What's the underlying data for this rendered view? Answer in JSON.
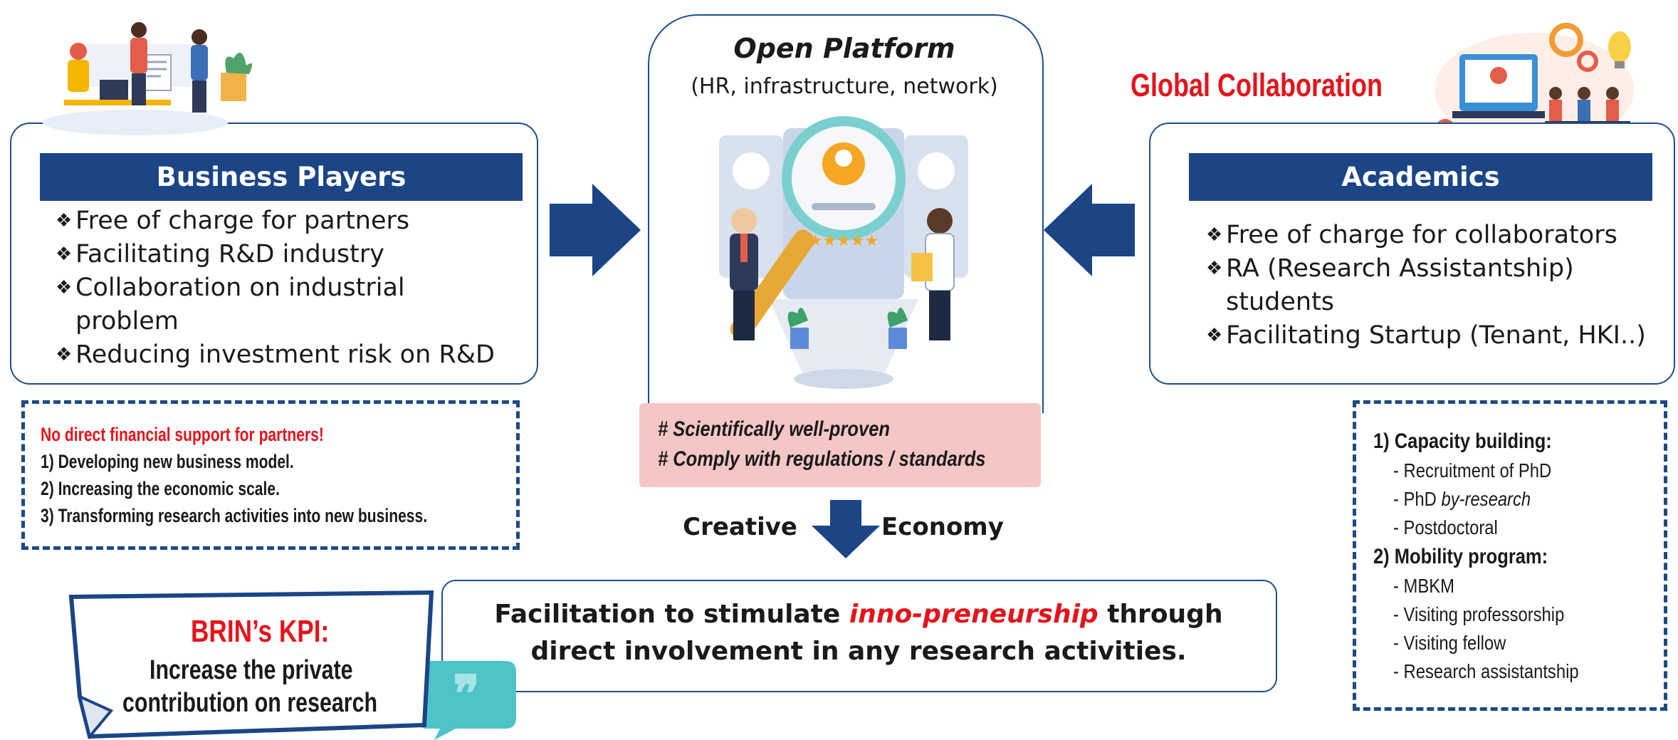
{
  "center": {
    "title": "Open Platform",
    "subtitle": "(HR, infrastructure, network)",
    "hashtags": [
      "# Scientifically well-proven",
      "# Comply with regulations / standards"
    ],
    "flow_left": "Creative",
    "flow_right": "Economy"
  },
  "left": {
    "header": "Business Players",
    "bullets": [
      "Free of charge for partners",
      "Facilitating R&D industry",
      "Collaboration on industrial problem",
      "Reducing investment risk on R&D"
    ],
    "note_title": "No direct financial support for partners!",
    "note_items": [
      "1) Developing new business model.",
      "2) Increasing the economic scale.",
      "3) Transforming research activities into new business."
    ]
  },
  "right": {
    "global_label": "Global Collaboration",
    "header": "Academics",
    "bullets": [
      "Free of charge for collaborators",
      "RA (Research Assistantship) students",
      "Facilitating Startup (Tenant, HKI..)"
    ],
    "capacity_title": "1) Capacity building:",
    "capacity_items": [
      "- Recruitment of PhD",
      "- PhD",
      "- Postdoctoral"
    ],
    "capacity_italic": "by-research",
    "mobility_title": "2) Mobility program:",
    "mobility_items": [
      "- MBKM",
      "- Visiting professorship",
      "- Visiting fellow",
      "- Research assistantship"
    ]
  },
  "bottom": {
    "text_before": "Facilitation to stimulate ",
    "text_em": "inno-preneurship",
    "text_after": " through",
    "text_line2": "direct involvement in any research activities.",
    "kpi_title": "BRIN’s KPI:",
    "kpi_line1": "Increase the private",
    "kpi_line2": "contribution on research"
  },
  "colors": {
    "navy": "#1b4585",
    "red": "#e3141b",
    "pink": "#f5c6c6",
    "teal": "#4ec3c8"
  },
  "icons": [
    "business-people-illustration",
    "magnifier-platform-illustration",
    "education-illustration",
    "quote-bubble-icon",
    "bullet-diamond-icon"
  ]
}
